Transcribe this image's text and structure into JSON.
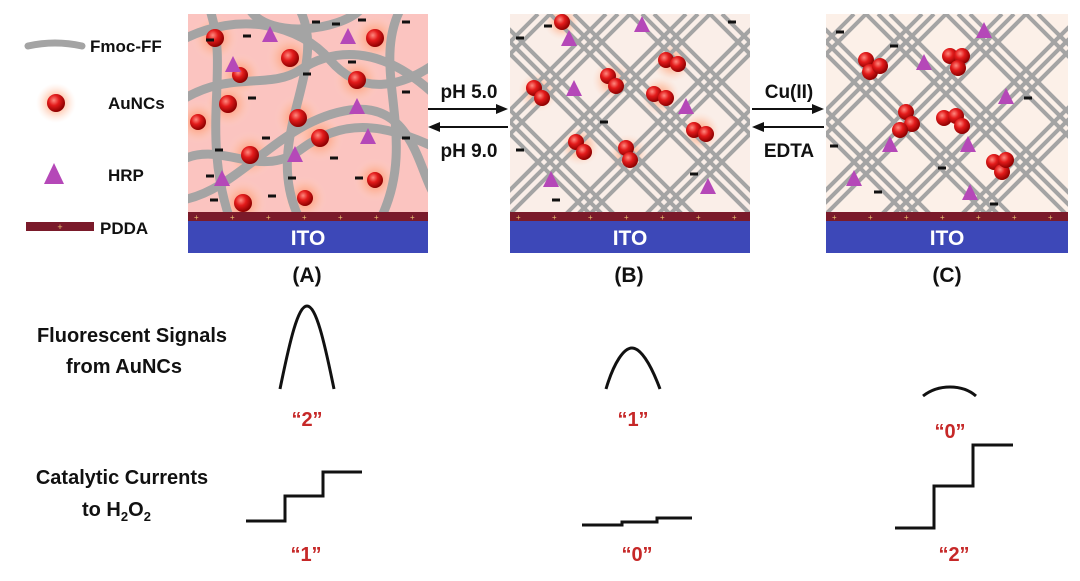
{
  "legend": {
    "fmoc": "Fmoc-FF",
    "aunc": "AuNCs",
    "hrp": "HRP",
    "pdda": "PDDA"
  },
  "panels": {
    "a": {
      "label": "(A)",
      "substrate": "ITO"
    },
    "b": {
      "label": "(B)",
      "substrate": "ITO"
    },
    "c": {
      "label": "(C)",
      "substrate": "ITO"
    }
  },
  "arrows": {
    "ab_forward": "pH 5.0",
    "ab_back": "pH 9.0",
    "bc_forward": "Cu(II)",
    "bc_back": "EDTA"
  },
  "signals": {
    "fluorescent_line1": "Fluorescent Signals",
    "fluorescent_line2": "from AuNCs",
    "fluorescent_codes": [
      "“2”",
      "“1”",
      "“0”"
    ],
    "catalytic_line1": "Catalytic Currents",
    "catalytic_line2_prefix": "to H",
    "catalytic_sub1": "2",
    "catalytic_mid": "O",
    "catalytic_sub2": "2",
    "catalytic_codes": [
      "“1”",
      "“0”",
      "“2”"
    ]
  },
  "colors": {
    "fiber": "#a4a4a4",
    "aunc": "#d01010",
    "hrp": "#b548b8",
    "pdda": "#7a1a2a",
    "ito": "#3d48b8",
    "code_text": "#c62828"
  }
}
